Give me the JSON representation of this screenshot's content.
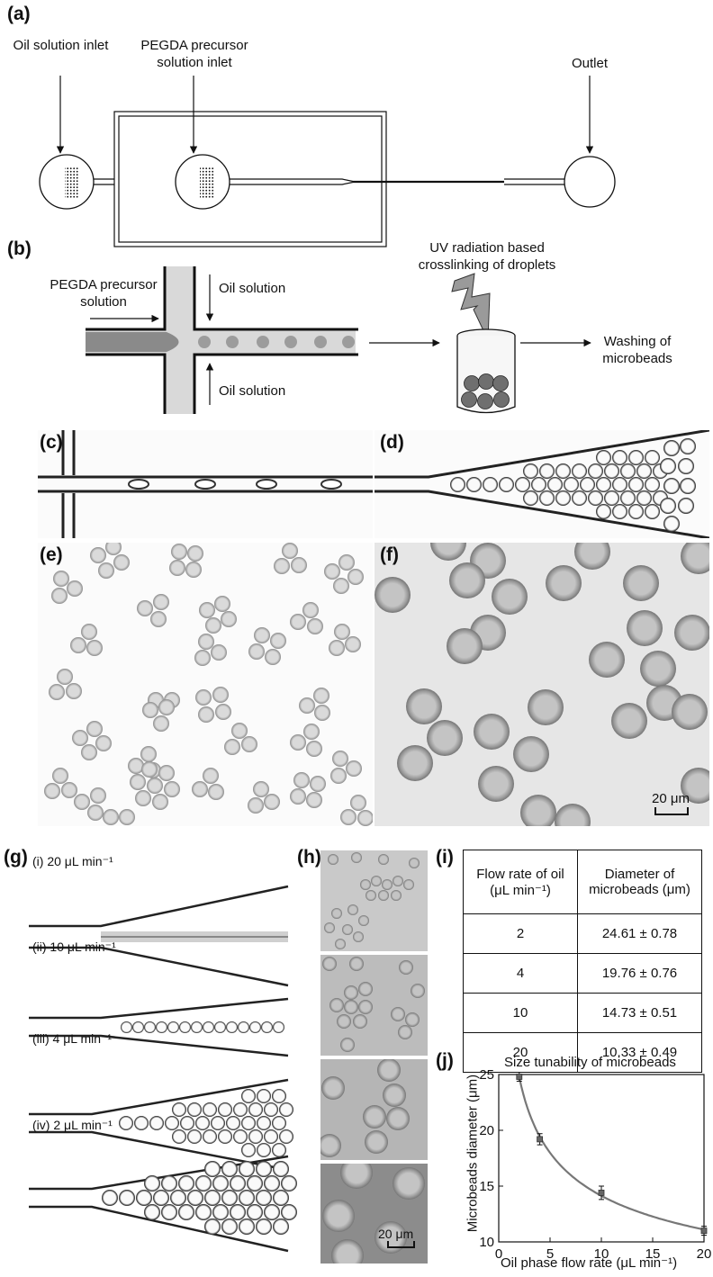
{
  "panels": {
    "a": "(a)",
    "b": "(b)",
    "c": "(c)",
    "d": "(d)",
    "e": "(e)",
    "f": "(f)",
    "g": "(g)",
    "h": "(h)",
    "i": "(i)",
    "j": "(j)"
  },
  "panel_a": {
    "oil_inlet": "Oil solution inlet",
    "pegda_inlet": "PEGDA precursor solution inlet",
    "outlet": "Outlet"
  },
  "panel_b": {
    "pegda_solution": "PEGDA precursor solution",
    "oil_top": "Oil solution",
    "oil_bottom": "Oil solution",
    "uv": "UV radiation based crosslinking of droplets",
    "washing": "Washing of microbeads"
  },
  "scale_f": "20 μm",
  "scale_h": "20 μm",
  "panel_g": {
    "rows": [
      "(i) 20 μL min⁻¹",
      "(ii) 10 μL min⁻¹",
      "(iii) 4 μL min⁻¹",
      "(iv) 2 μL min⁻¹"
    ]
  },
  "table": {
    "header_flow": "Flow rate of oil (μL min⁻¹)",
    "header_diameter": "Diameter of microbeads (μm)",
    "rows": [
      {
        "flow": "2",
        "diameter": "24.61 ± 0.78"
      },
      {
        "flow": "4",
        "diameter": "19.76 ± 0.76"
      },
      {
        "flow": "10",
        "diameter": "14.73 ± 0.51"
      },
      {
        "flow": "20",
        "diameter": "10.33 ± 0.49"
      }
    ]
  },
  "chart_data": {
    "type": "scatter",
    "title": "Size tunability of microbeads",
    "xlabel": "Oil phase flow rate (μL min⁻¹)",
    "ylabel": "Microbeads diameter (μm)",
    "xlim": [
      0,
      20
    ],
    "ylim": [
      10,
      25
    ],
    "xticks": [
      "0",
      "5",
      "10",
      "15",
      "20"
    ],
    "yticks": [
      "10",
      "15",
      "20",
      "25"
    ],
    "series": [
      {
        "x": [
          2,
          4,
          10,
          20
        ],
        "y": [
          24.8,
          19.2,
          14.4,
          11.0
        ],
        "err": [
          0.4,
          0.5,
          0.6,
          0.4
        ]
      }
    ],
    "fit_curve": true,
    "grid": false
  }
}
